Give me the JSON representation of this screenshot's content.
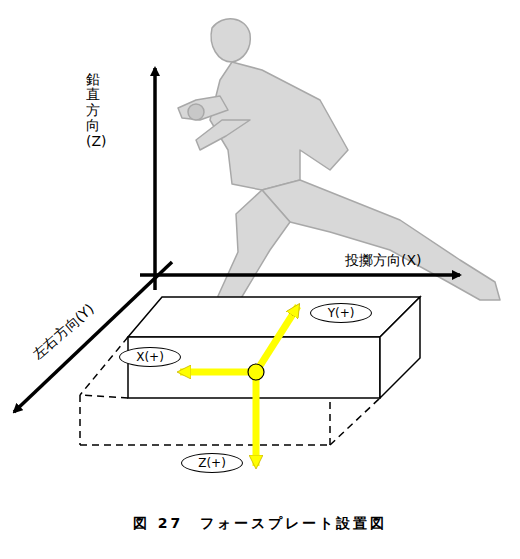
{
  "diagram": {
    "caption": "図 27　フォースプレート設置図",
    "nodes": [
      {
        "text": [
          "Y(+)"
        ]
      },
      {
        "text": [
          "X(+)"
        ]
      },
      {
        "text": [
          "Z(+)"
        ]
      }
    ],
    "labels": [
      "鉛直方向(Z)",
      "投擲方向(X)",
      "左右方向(Y)"
    ]
  }
}
